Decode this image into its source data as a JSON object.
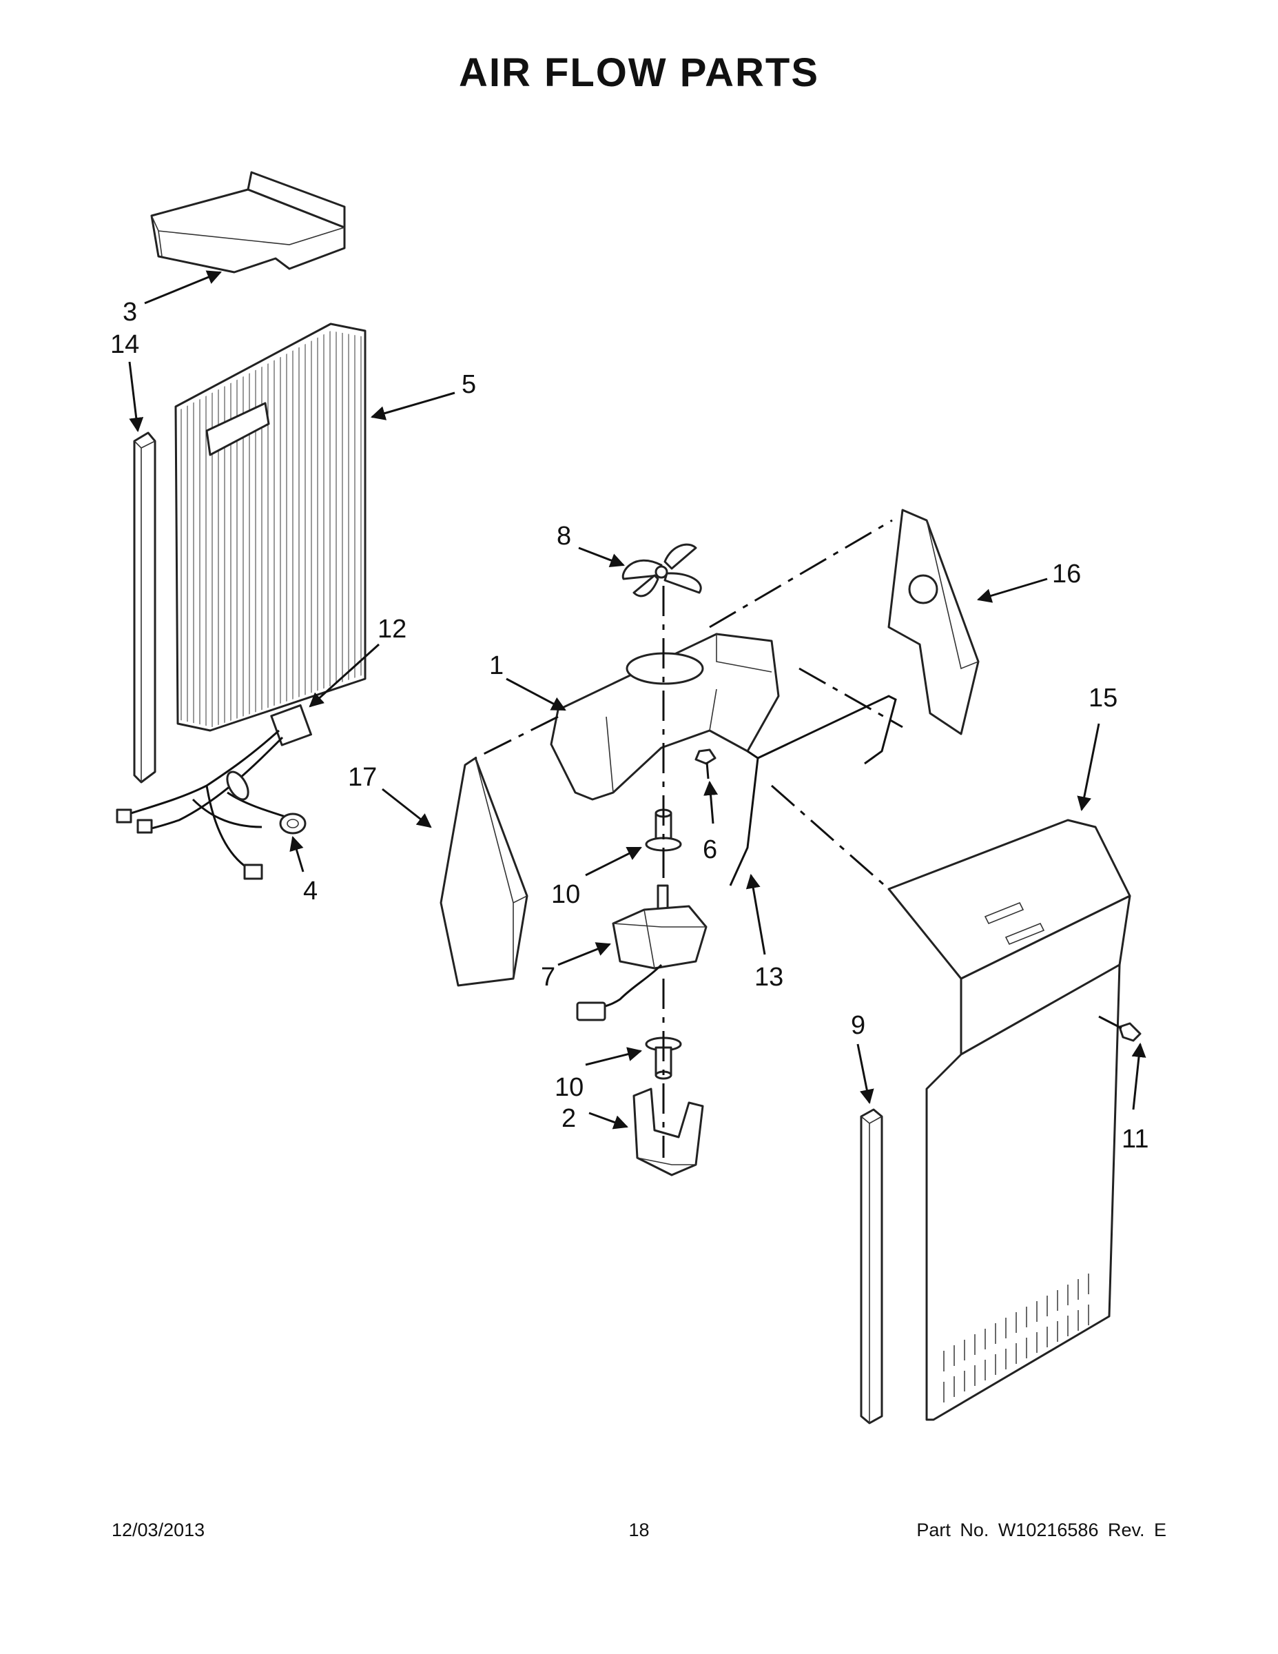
{
  "title": "AIR FLOW PARTS",
  "callouts": {
    "c1": "1",
    "c2": "2",
    "c3": "3",
    "c4": "4",
    "c5": "5",
    "c6": "6",
    "c7": "7",
    "c8": "8",
    "c9": "9",
    "c10a": "10",
    "c10b": "10",
    "c11": "11",
    "c12": "12",
    "c13": "13",
    "c14": "14",
    "c15": "15",
    "c16": "16",
    "c17": "17"
  },
  "footer": {
    "date": "12/03/2013",
    "page": "18",
    "part_number": "Part No.  W10216586  Rev.  E"
  }
}
